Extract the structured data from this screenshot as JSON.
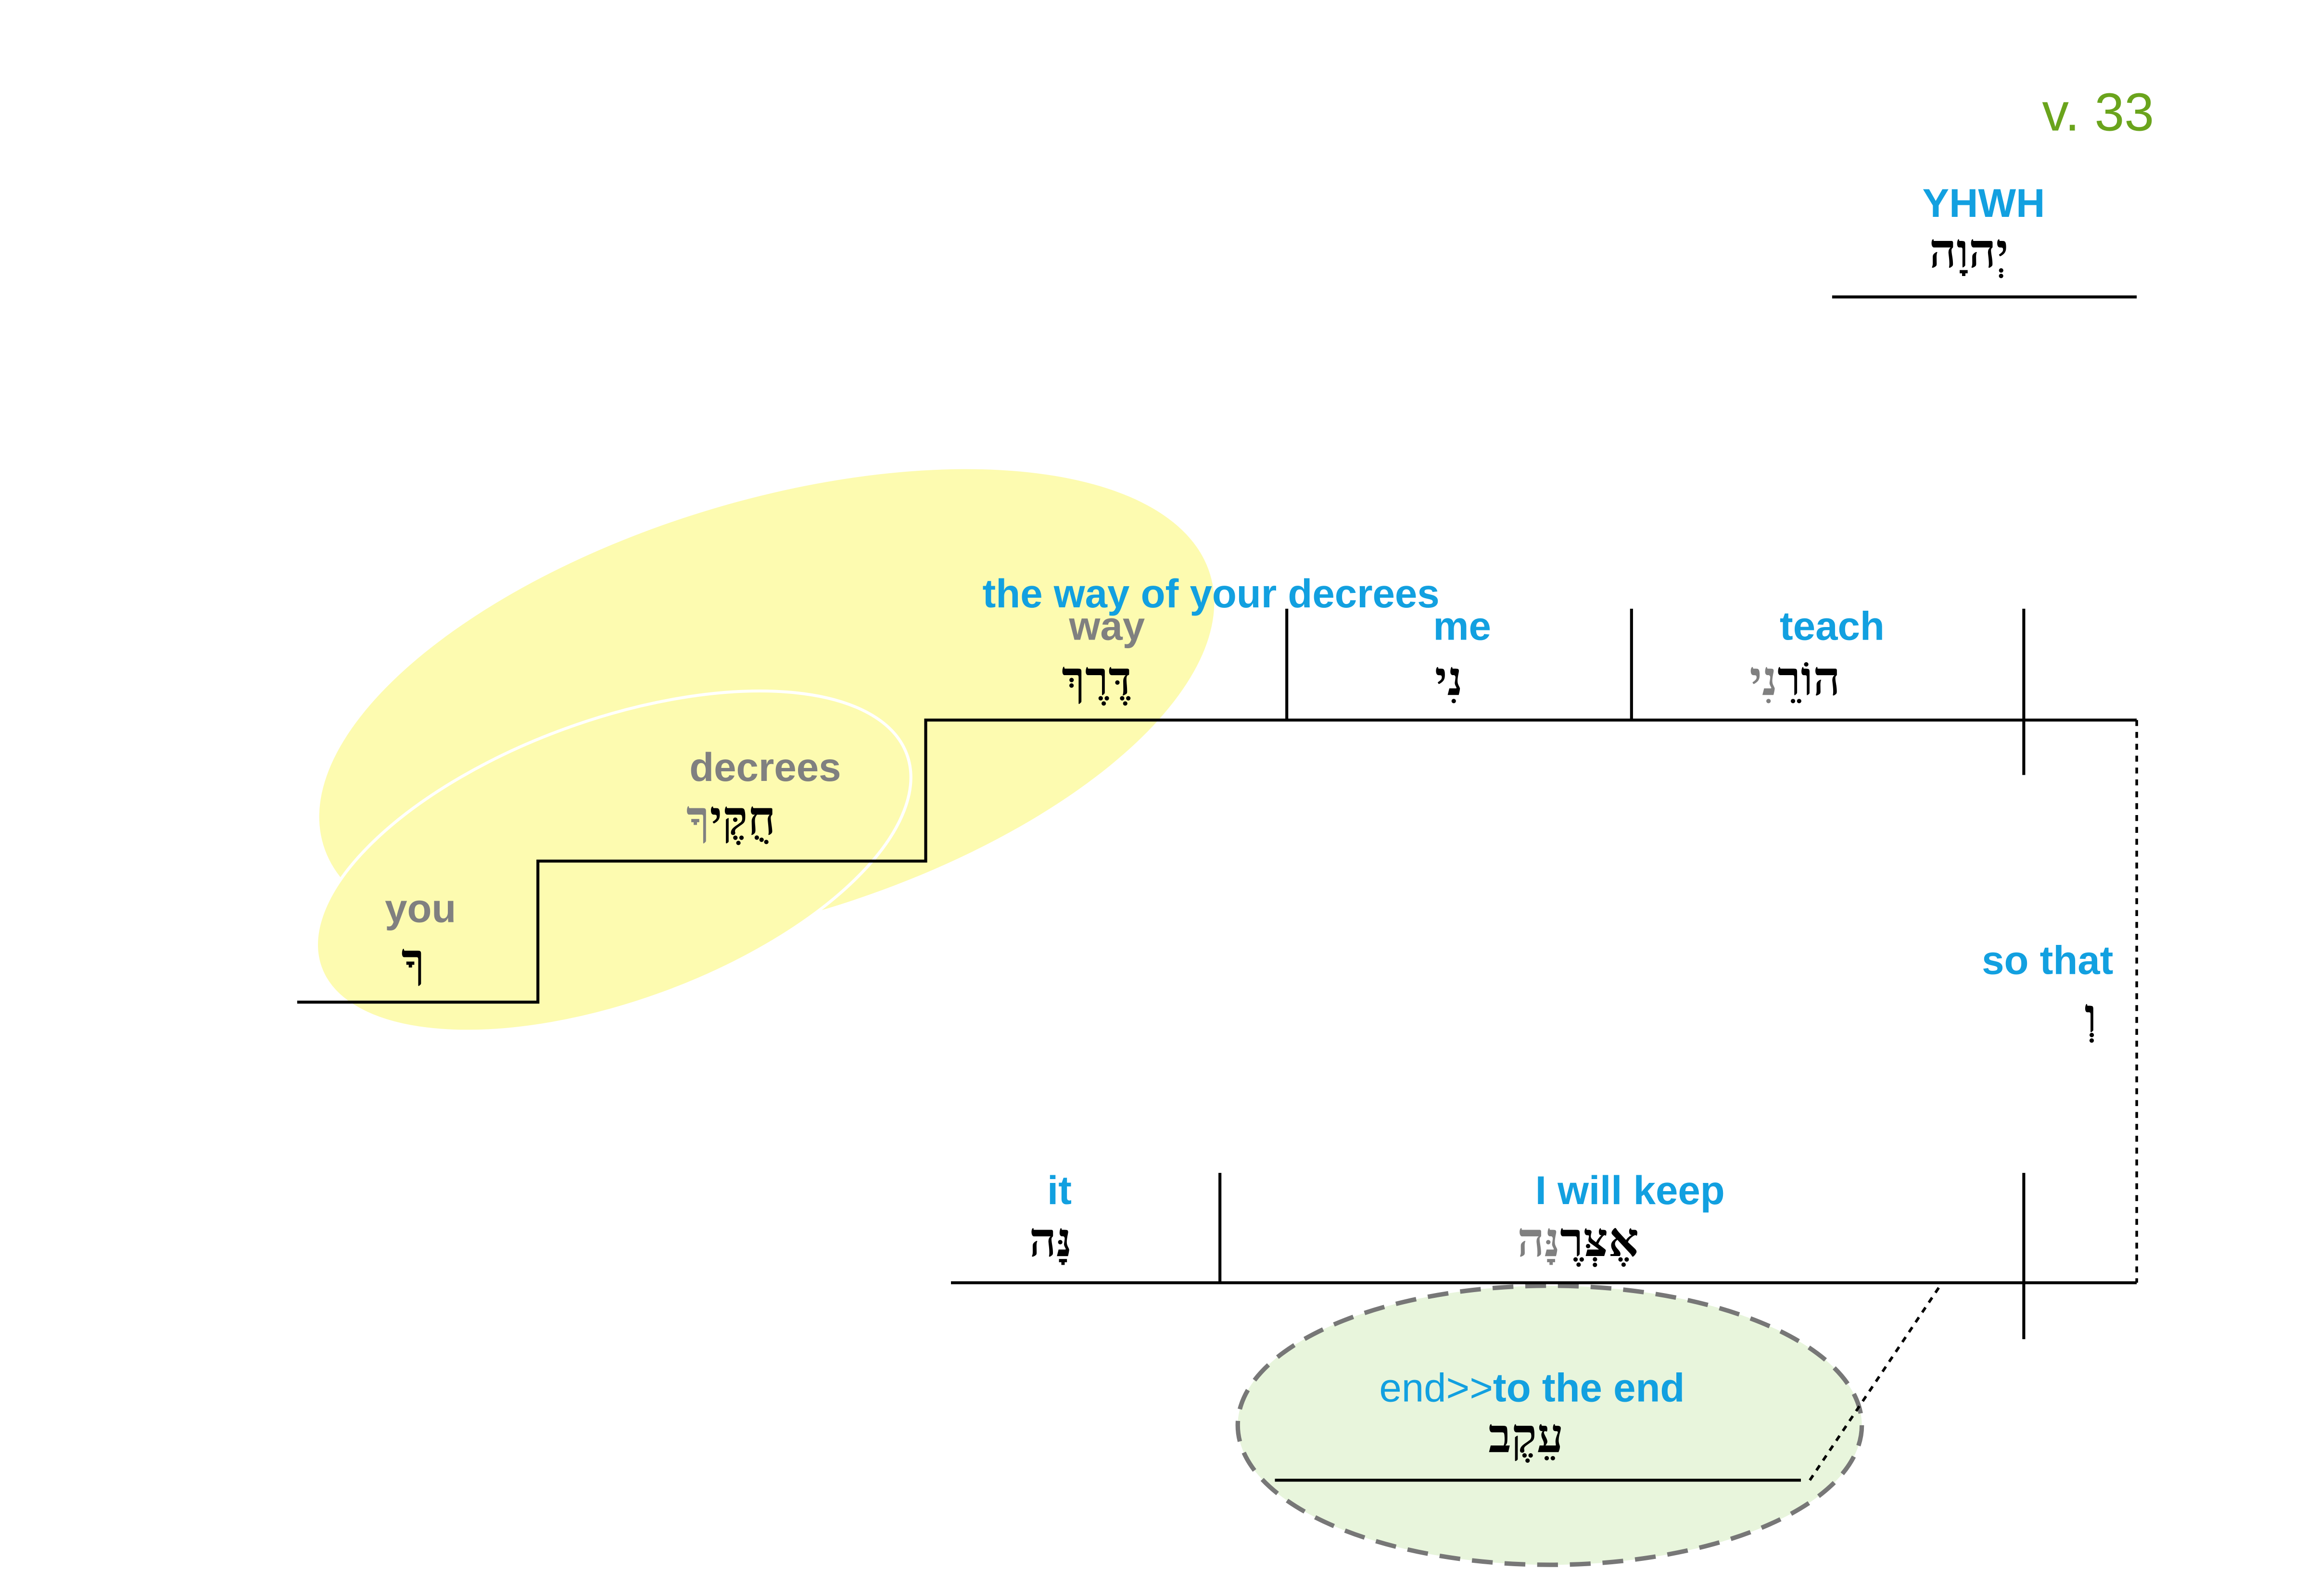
{
  "verse": "v. 33",
  "colors": {
    "english": "#12a0e0",
    "gloss_gray": "#808080",
    "verse": "#6aa41c",
    "highlight_yellow": "#fdfbb0",
    "highlight_green": "#e8f5dc"
  },
  "subject": {
    "english": "YHWH",
    "hebrew": "יְהוָה"
  },
  "main_clause": {
    "phrase_gloss": "the way of your decrees",
    "object": {
      "english": "way",
      "hebrew": "דֶּרֶךְ"
    },
    "indirect": {
      "english": "me",
      "hebrew": "נִי"
    },
    "verb": {
      "english": "teach",
      "hebrew_main": "הוֹרֵ",
      "hebrew_suffix": "נִי"
    },
    "modifier1": {
      "english": "decrees",
      "hebrew_main": "חֻקֶּי",
      "hebrew_suffix": "ךָ"
    },
    "modifier2": {
      "english": "you",
      "hebrew": "ךָ"
    }
  },
  "connector": {
    "english": "so that",
    "hebrew": "וְ"
  },
  "sub_clause": {
    "object": {
      "english": "it",
      "hebrew": "נָּה"
    },
    "verb": {
      "english": "I will keep",
      "hebrew_main": "אֶצְּרֶ",
      "hebrew_suffix": "נָּה"
    },
    "adverbial": {
      "english_prefix": "end>>",
      "english": "to the end",
      "hebrew": "עֵקֶב"
    }
  }
}
